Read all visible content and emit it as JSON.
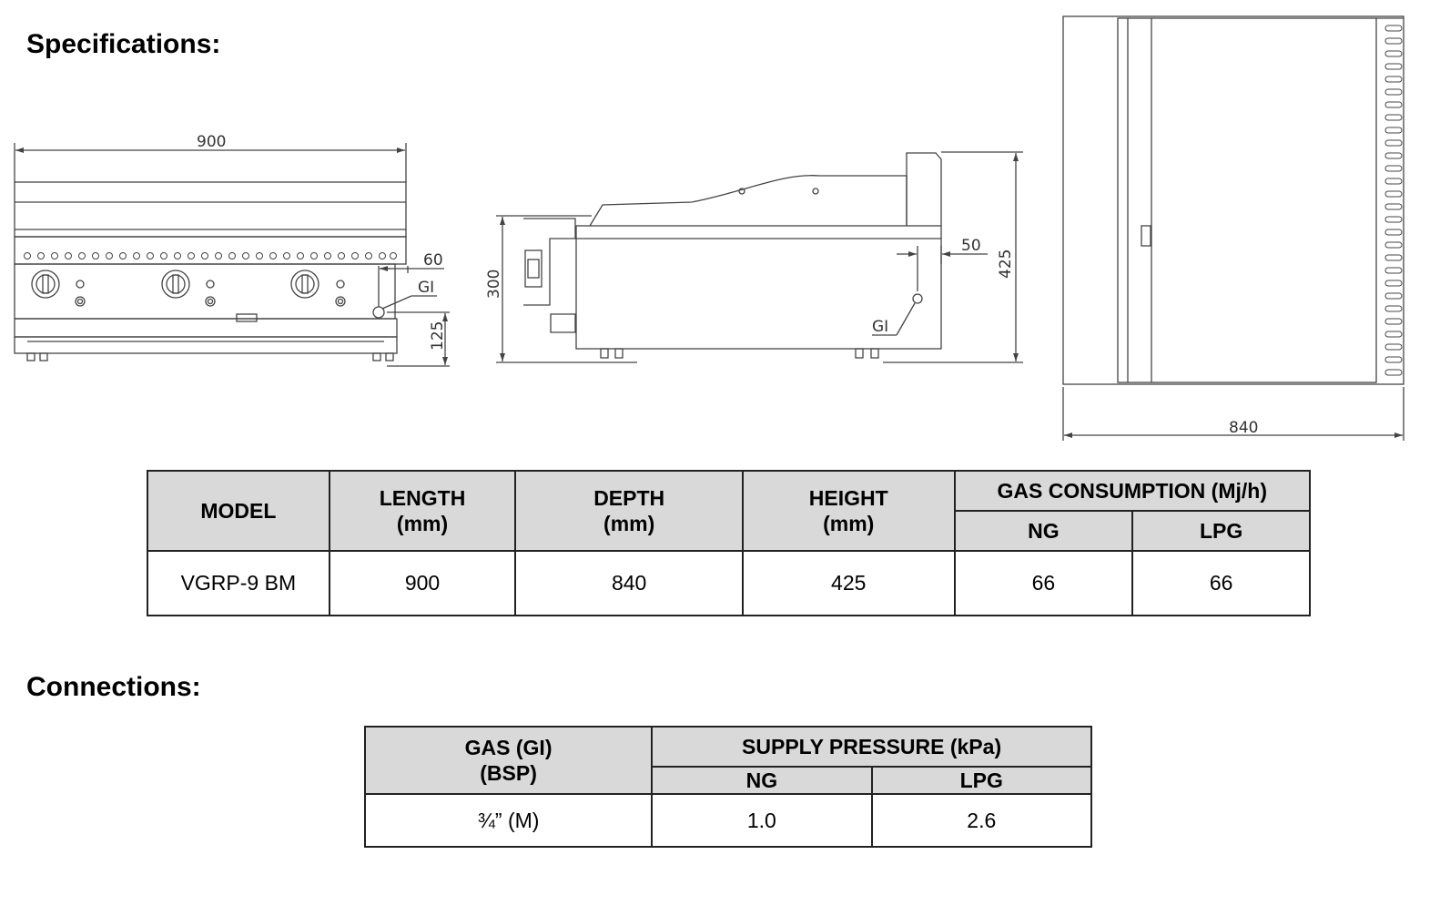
{
  "headings": {
    "specifications": "Specifications:",
    "connections": "Connections:"
  },
  "drawing": {
    "front_width": "900",
    "front_offset": "60",
    "front_gas_inlet": "GI",
    "front_inlet_height": "125",
    "side_height_low": "300",
    "side_inlet_offset": "50",
    "side_total_height": "425",
    "side_gas_inlet": "GI",
    "top_depth": "840"
  },
  "spec_table": {
    "headers": {
      "model": "MODEL",
      "length_1": "LENGTH",
      "length_2": "(mm)",
      "depth_1": "DEPTH",
      "depth_2": "(mm)",
      "height_1": "HEIGHT",
      "height_2": "(mm)",
      "gas": "GAS CONSUMPTION (Mj/h)",
      "ng": "NG",
      "lpg": "LPG"
    },
    "row": {
      "model": "VGRP-9 BM",
      "length": "900",
      "depth": "840",
      "height": "425",
      "ng": "66",
      "lpg": "66"
    }
  },
  "conn_table": {
    "headers": {
      "gas_1": "GAS (GI)",
      "gas_2": "(BSP)",
      "pressure": "SUPPLY PRESSURE (kPa)",
      "ng": "NG",
      "lpg": "LPG"
    },
    "row": {
      "gas": "¾” (M)",
      "ng": "1.0",
      "lpg": "2.6"
    }
  }
}
